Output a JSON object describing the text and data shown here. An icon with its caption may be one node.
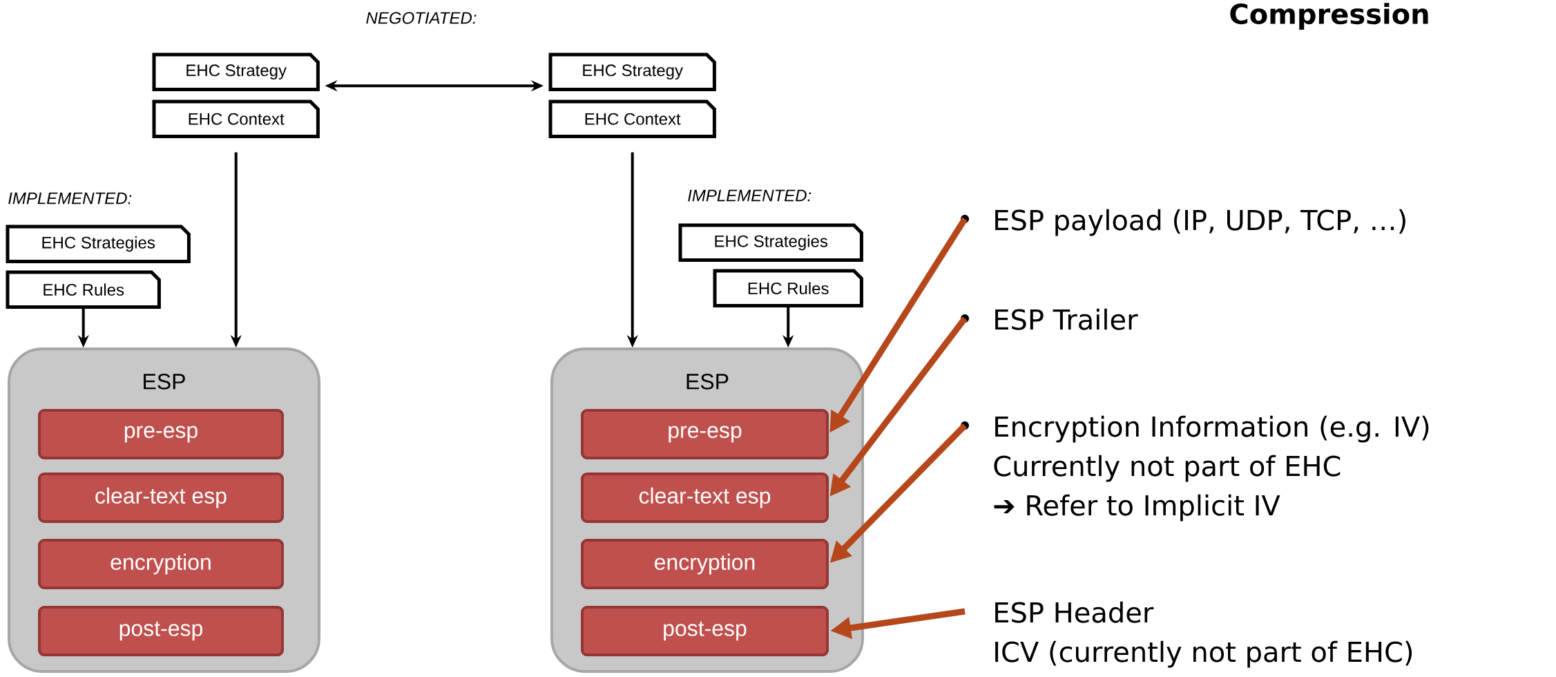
{
  "diagram": {
    "title": "Compression",
    "nodes": [
      {
        "text": [
          "EHC Strategy"
        ]
      },
      {
        "text": [
          "EHC Context"
        ]
      },
      {
        "text": [
          "EHC Strategy"
        ]
      },
      {
        "text": [
          "EHC Context"
        ]
      },
      {
        "text": [
          "EHC Strategies"
        ]
      },
      {
        "text": [
          "EHC Rules"
        ]
      },
      {
        "text": [
          "ESP"
        ]
      },
      {
        "text": [
          "pre-esp"
        ],
        "in": 6
      },
      {
        "text": [
          "clear-text esp"
        ],
        "in": 6
      },
      {
        "text": [
          "encryption"
        ],
        "in": 6
      },
      {
        "text": [
          "post-esp"
        ],
        "in": 6
      },
      {
        "text": [
          "EHC Strategies"
        ]
      },
      {
        "text": [
          "EHC Rules"
        ]
      },
      {
        "text": [
          "ESP"
        ]
      },
      {
        "text": [
          "pre-esp"
        ],
        "in": 13
      },
      {
        "text": [
          "clear-text esp"
        ],
        "in": 13
      },
      {
        "text": [
          "encryption"
        ],
        "in": 13
      },
      {
        "text": [
          "post-esp"
        ],
        "in": 13
      },
      {
        "text": [
          "ESP payload (IP, UDP, TCP, …)"
        ]
      },
      {
        "text": [
          "ESP Trailer"
        ]
      },
      {
        "text": [
          "Encryption Information (e.g. IV)",
          "Currently not part of EHC",
          "➔ Refer to Implicit IV"
        ]
      },
      {
        "text": [
          "ESP Header",
          "ICV (currently not part of EHC)"
        ]
      }
    ],
    "edges": [
      {
        "from": 0,
        "to": 2,
        "arrow": "both"
      },
      {
        "from": 1,
        "to": 6,
        "arrow": "to"
      },
      {
        "from": 5,
        "to": 6,
        "arrow": "to"
      },
      {
        "from": 3,
        "to": 13,
        "arrow": "to"
      },
      {
        "from": 12,
        "to": 13,
        "arrow": "to"
      },
      {
        "from": 18,
        "to": 14,
        "arrow": "to",
        "style": "thick",
        "color": "#b5471b"
      },
      {
        "from": 19,
        "to": 15,
        "arrow": "to",
        "style": "thick",
        "color": "#b5471b"
      },
      {
        "from": 20,
        "to": 16,
        "arrow": "to",
        "style": "thick",
        "color": "#b5471b"
      },
      {
        "from": 21,
        "to": 17,
        "arrow": "to",
        "style": "thick",
        "color": "#b5471b"
      }
    ],
    "labels": [
      "NEGOTIATED:",
      "IMPLEMENTED:",
      "IMPLEMENTED:"
    ]
  }
}
